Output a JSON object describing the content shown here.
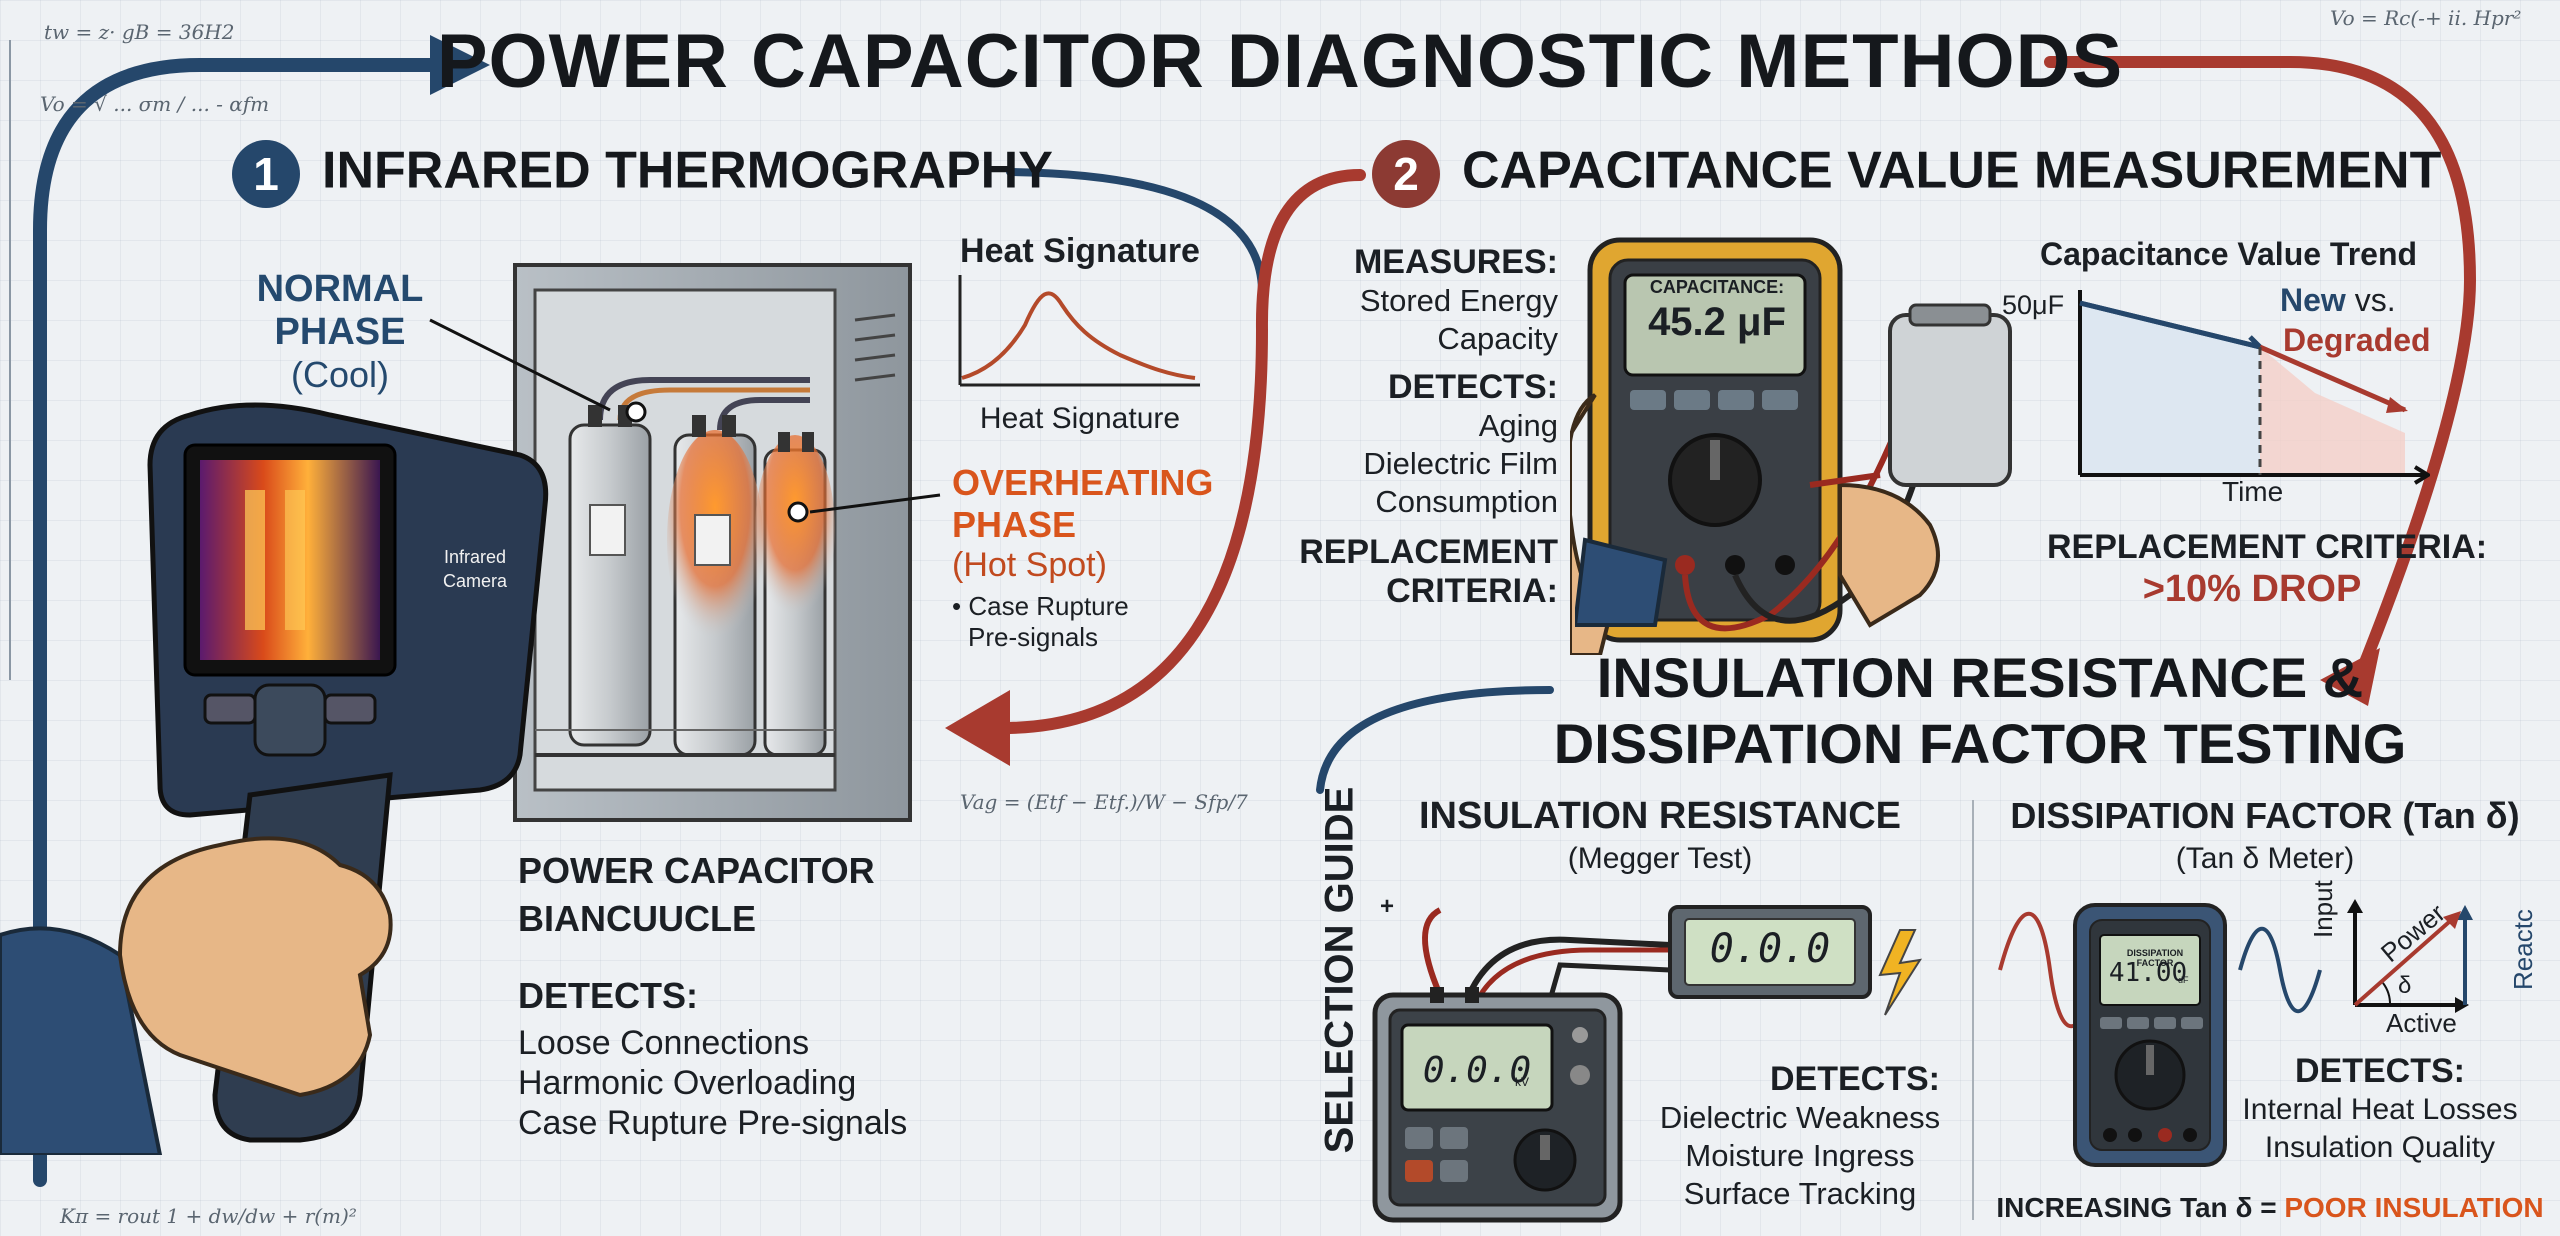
{
  "title": "POWER CAPACITOR DIAGNOSTIC METHODS",
  "colors": {
    "blue": "#25476b",
    "red": "#a83a2f",
    "navy_text": "#24496e",
    "orange": "#d9551c"
  },
  "formulas": {
    "top_left_1": "tw = z· gB = 36H2",
    "top_left_2": "Vo = √ ... σm / ... - αfm",
    "top_right": "Vo = Rc(-+ ii. Hpr²",
    "middle": "Vag = (Etf − Etf.)/W − Sfp/7",
    "bottom_left": "Kπ = rout 1 + dw/dw + r(m)²"
  },
  "section1": {
    "number": "1",
    "heading": "INFRARED THERMOGRAPHY",
    "normal_phase": "NORMAL PHASE",
    "normal_phase_sub": "(Cool)",
    "heat_signature_title": "Heat Signature",
    "heat_signature_caption": "Heat Signature",
    "overheating_line1": "OVERHEATING",
    "overheating_line2": "PHASE",
    "overheating_sub": "(Hot Spot)",
    "overheating_note_1": "• Case Rupture",
    "overheating_note_2": "Pre-signals",
    "camera_label_1": "Infrared",
    "camera_label_2": "Camera",
    "equipment_line1": "POWER CAPACITOR",
    "equipment_line2": "BIANCUUCLE",
    "detects_label": "DETECTS:",
    "detects": [
      "Loose Connections",
      "Harmonic Overloading",
      "Case Rupture Pre-signals"
    ]
  },
  "section2": {
    "number": "2",
    "heading": "CAPACITANCE VALUE MEASUREMENT",
    "measures_label": "MEASURES:",
    "measures": [
      "Stored Energy",
      "Capacity"
    ],
    "detects_label": "DETECTS:",
    "detects": [
      "Aging",
      "Dielectric Film",
      "Consumption"
    ],
    "replacement_label_1": "REPLACEMENT",
    "replacement_label_2": "CRITERIA:",
    "meter_label": "CAPACITANCE:",
    "meter_value": "45.2 μF",
    "trend_chart": {
      "title": "Capacitance Value Trend",
      "y_label": "50μF",
      "x_label": "Time",
      "legend_new": "New",
      "legend_vs": "vs.",
      "legend_degraded": "Degraded"
    },
    "replacement_criteria": "REPLACEMENT CRITERIA:",
    "replacement_value": ">10% DROP"
  },
  "section3": {
    "heading_line1": "INSULATION RESISTANCE &",
    "heading_line2": "DISSIPATION FACTOR TESTING",
    "side_label": "SELECTION GUIDE",
    "ir": {
      "title": "INSULATION RESISTANCE",
      "subtitle": "(Megger Test)",
      "display_top": "0.0.0",
      "display_main": "0.0.0",
      "display_unit": "kV",
      "polarity": "+",
      "detects_label": "DETECTS:",
      "detects": [
        "Dielectric Weakness",
        "Moisture Ingress",
        "Surface Tracking"
      ]
    },
    "df": {
      "title": "DISSIPATION FACTOR (Tan δ)",
      "subtitle": "(Tan δ Meter)",
      "meter_header": "DISSIPATION FACTOR",
      "meter_value": "41.00",
      "meter_unit": "dF",
      "vector_input": "Input",
      "vector_power": "Power",
      "vector_reactive": "Reactc",
      "vector_active": "Active",
      "vector_delta": "δ",
      "detects_label": "DETECTS:",
      "detects": [
        "Internal Heat Losses",
        "Insulation Quality"
      ],
      "footer_prefix": "INCREASING Tan δ = ",
      "footer_highlight": "POOR INSULATION"
    }
  }
}
